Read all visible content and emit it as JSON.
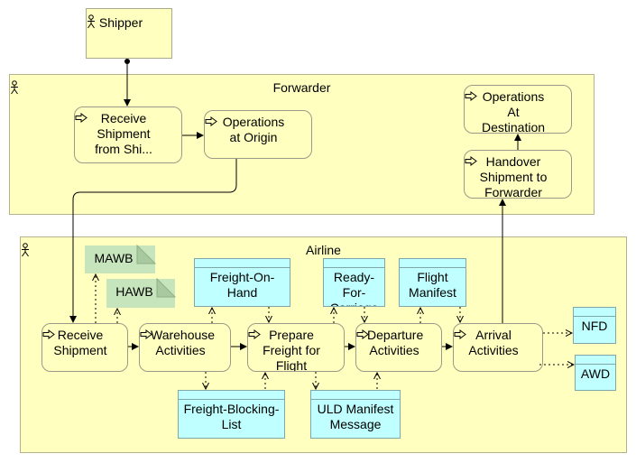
{
  "shipper": {
    "label": "Shipper"
  },
  "forwarder": {
    "title": "Forwarder",
    "receive": "Receive Shipment from Shi...",
    "operations_origin": "Operations at Origin",
    "operations_destination": "Operations At Destination",
    "handover": "Handover Shipment to Forwarder"
  },
  "airline": {
    "title": "Airline",
    "mawb": "MAWB",
    "hawb": "HAWB",
    "receive": "Receive Shipment",
    "warehouse": "Warehouse Activities",
    "prepare": "Prepare Freight for Flight",
    "departure": "Departure Activities",
    "arrival": "Arrival Activities",
    "freight_on_hand": "Freight-On-Hand",
    "ready_for_carriage": "Ready-For-Carriage",
    "flight_manifest": "Flight Manifest",
    "freight_blocking": "Freight-Blocking-List",
    "uld_manifest": "ULD Manifest Message",
    "nfd": "NFD",
    "awd": "AWD"
  },
  "colors": {
    "process_fill": "#ffffc0",
    "object_fill": "#bfffff",
    "representation_fill": "#c7e5bd",
    "line": "#000000"
  }
}
